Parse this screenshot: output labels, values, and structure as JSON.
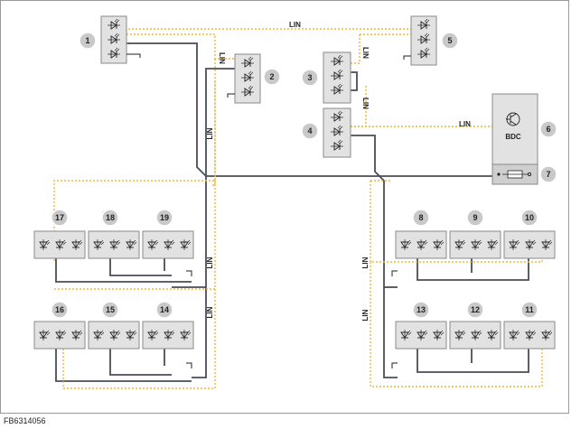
{
  "bus_label": "LIN",
  "controller_label": "BDC",
  "reference": "FB6314056",
  "callouts": [
    "1",
    "2",
    "3",
    "4",
    "5",
    "6",
    "7",
    "8",
    "9",
    "10",
    "11",
    "12",
    "13",
    "14",
    "15",
    "16",
    "17",
    "18",
    "19"
  ],
  "colors": {
    "lin_wire": "#f2b632",
    "ground_wire": "#4a4d57",
    "module_fill": "#e2e2e2",
    "module_stroke": "#8a8a8a",
    "callout_fill": "#c9c9c9"
  },
  "icons": {
    "diode": "led-diode-icon",
    "fuse": "fuse-icon",
    "transistor": "transistor-icon"
  }
}
